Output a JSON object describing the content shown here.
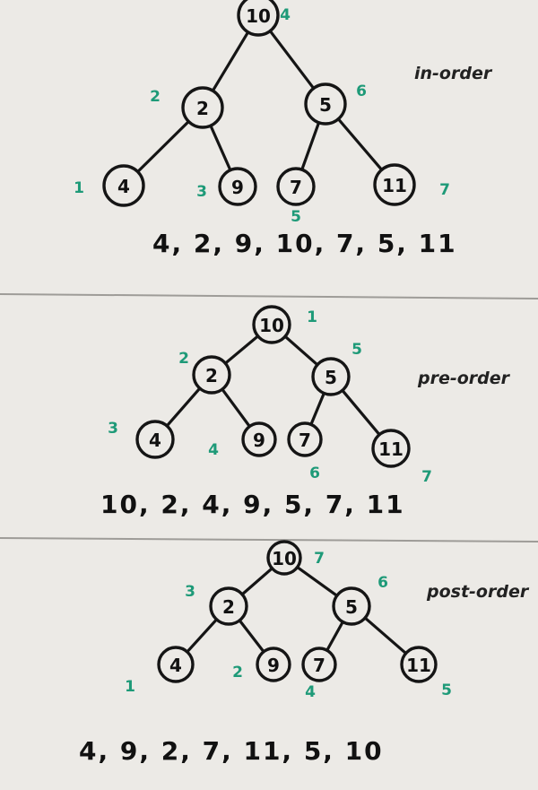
{
  "node_labels": [
    "10",
    "2",
    "5",
    "4",
    "9",
    "7",
    "11"
  ],
  "panels": [
    {
      "label": "in-order",
      "order_numbers": [
        "4",
        "2",
        "6",
        "1",
        "3",
        "5",
        "7"
      ],
      "sequence": "4, 2, 9, 10, 7, 5, 11"
    },
    {
      "label": "pre-order",
      "order_numbers": [
        "1",
        "2",
        "5",
        "3",
        "4",
        "6",
        "7"
      ],
      "sequence": "10, 2, 4, 9, 5, 7, 11"
    },
    {
      "label": "post-order",
      "order_numbers": [
        "7",
        "3",
        "6",
        "1",
        "2",
        "4",
        "5"
      ],
      "sequence": "4, 9, 2, 7, 11, 5, 10"
    }
  ],
  "colors": {
    "board": "#eceae6",
    "ink": "#151515",
    "order_ink": "#1e9a78"
  }
}
